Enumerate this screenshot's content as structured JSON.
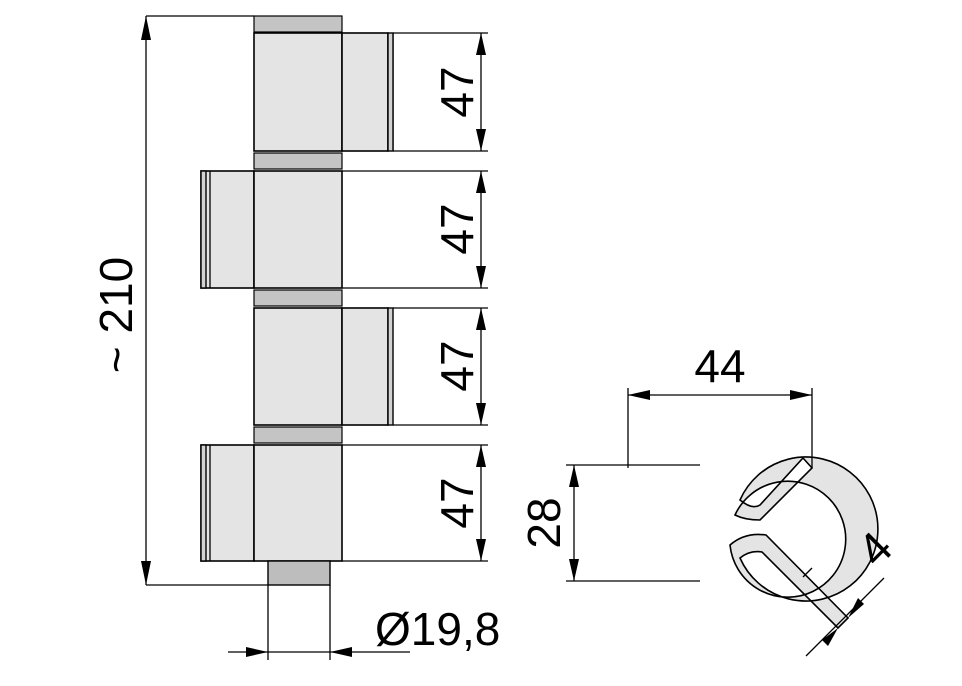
{
  "dimensions": {
    "overall_height": "~ 210",
    "knuckle_1": "47",
    "knuckle_2": "47",
    "knuckle_3": "47",
    "knuckle_4": "47",
    "diameter": "Ø19,8",
    "profile_width": "44",
    "profile_height": "28",
    "thickness": "4"
  },
  "colors": {
    "line": "#000000",
    "part_fill": "#e4e4e4",
    "washer_fill": "#c4c4c4"
  }
}
